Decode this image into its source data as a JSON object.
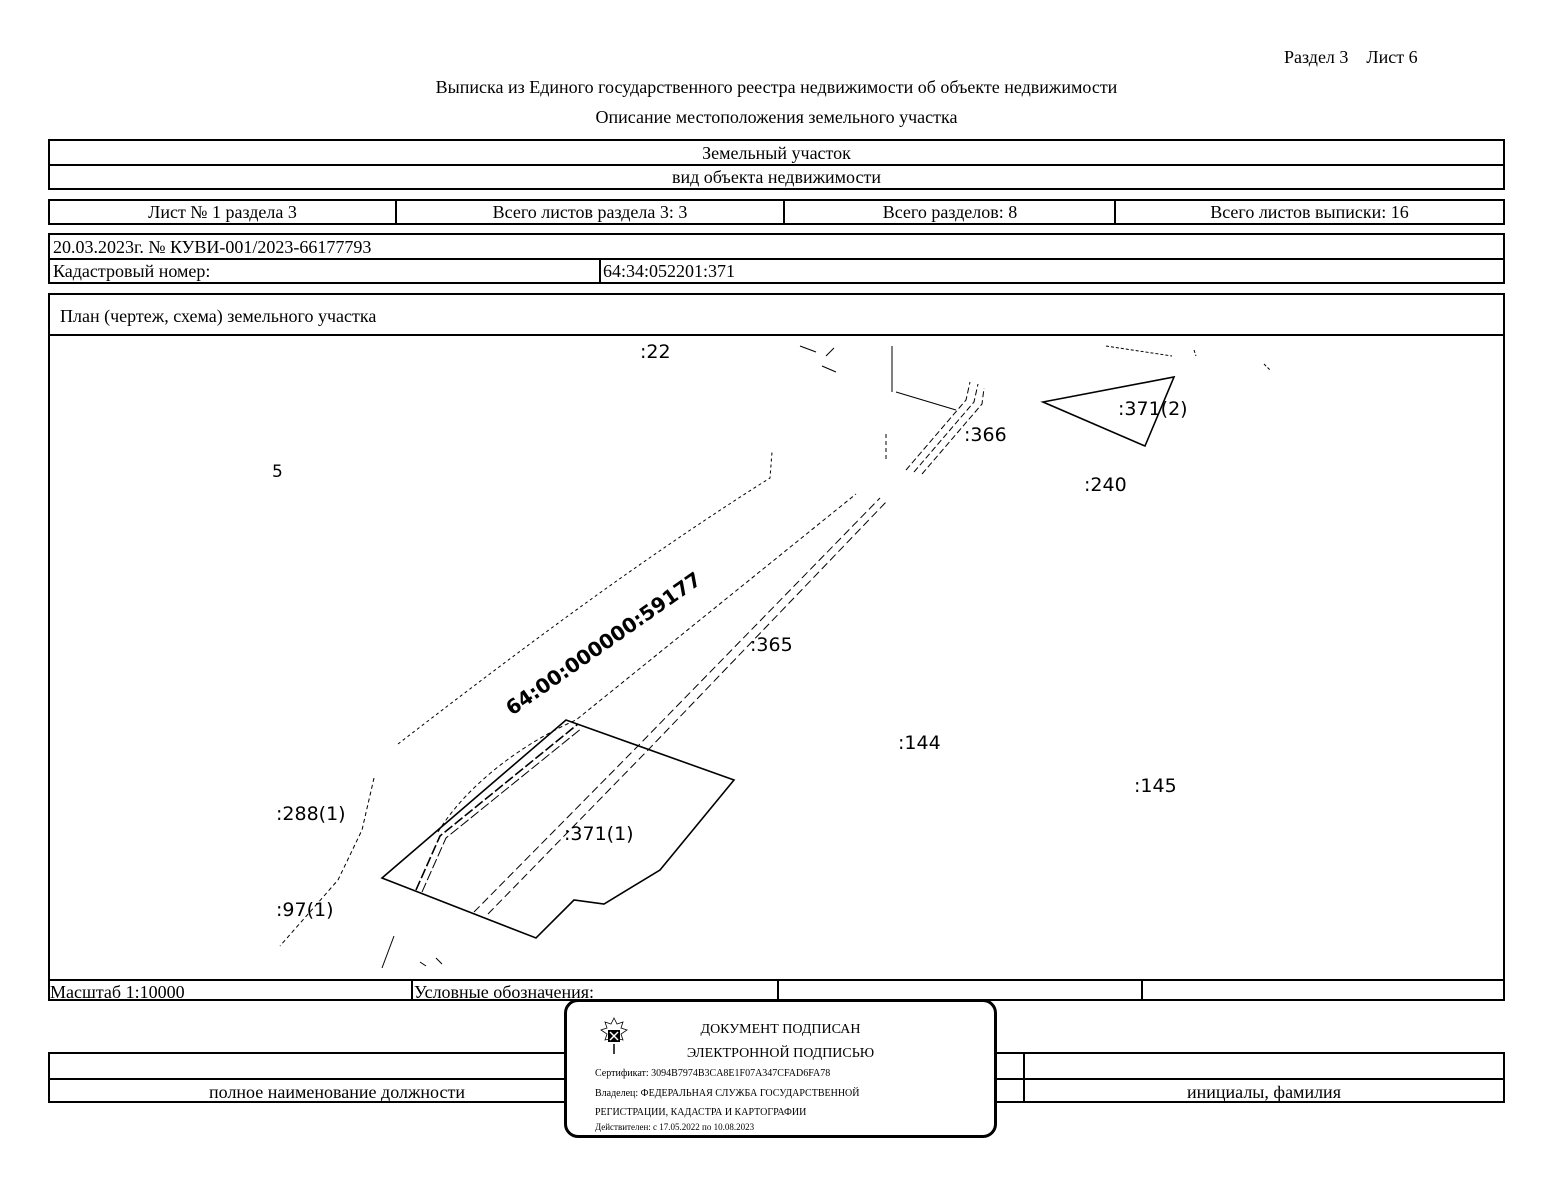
{
  "header": {
    "section_sheet": "Раздел 3    Лист 6",
    "title": "Выписка из Единого государственного реестра недвижимости об объекте недвижимости",
    "subtitle": "Описание местоположения земельного участка"
  },
  "object": {
    "type_value": "Земельный участок",
    "type_caption": "вид объекта недвижимости"
  },
  "sheets": {
    "sheet_no": "Лист № 1 раздела 3",
    "total_sheets_section": "Всего листов раздела 3: 3",
    "total_sections": "Всего разделов: 8",
    "total_sheets_extract": "Всего листов выписки: 16"
  },
  "record": {
    "date_number": "20.03.2023г. № КУВИ-001/2023-66177793",
    "cadastral_label": "Кадастровый номер:",
    "cadastral_value": "64:34:052201:371"
  },
  "plan": {
    "title": "План (чертеж, схема) земельного участка",
    "labels": [
      ":22",
      ":366",
      ":371(2)",
      ":240",
      ":365",
      ":144",
      ":145",
      ":288(1)",
      ":371(1)",
      ":97(1)"
    ],
    "rotated_label": "64:00:000000:59177",
    "edge_mark": "5"
  },
  "footer": {
    "scale": "Масштаб 1:10000",
    "legend": "Условные обозначения:",
    "position_caption": "полное наименование должности",
    "initials_caption": "инициалы, фамилия"
  },
  "stamp": {
    "line1": "ДОКУМЕНТ ПОДПИСАН",
    "line2": "ЭЛЕКТРОННОЙ ПОДПИСЬЮ",
    "certificate": "Сертификат: 3094B7974B3CA8E1F07A347CFAD6FA78",
    "owner_line1": "Владелец: ФЕДЕРАЛЬНАЯ СЛУЖБА ГОСУДАРСТВЕННОЙ",
    "owner_line2": "РЕГИСТРАЦИИ, КАДАСТРА И КАРТОГРАФИИ",
    "valid": "Действителен: с 17.05.2022 по 10.08.2023"
  }
}
